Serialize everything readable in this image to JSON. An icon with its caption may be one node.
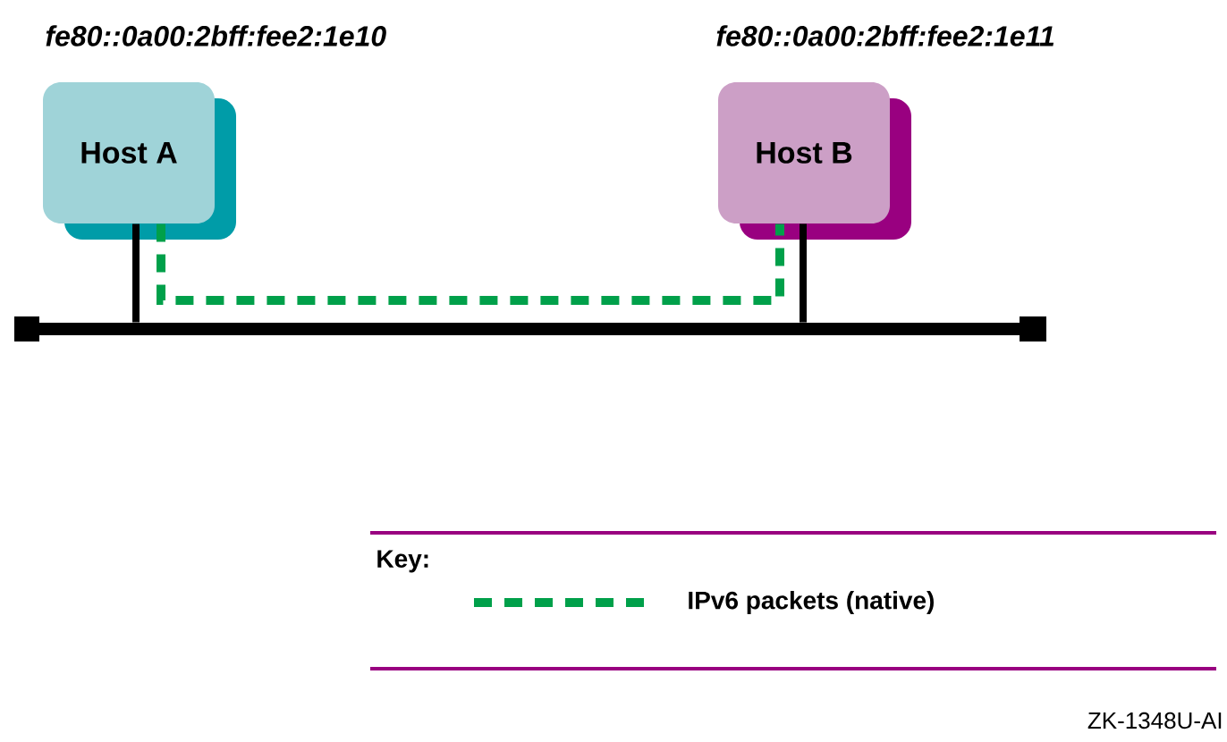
{
  "diagram": {
    "nodes": [
      {
        "text": [
          "Host A"
        ],
        "beside": [
          "fe80::0a00:2bff:fee2:1e10"
        ]
      },
      {
        "text": [
          "Host B"
        ],
        "beside": [
          "fe80::0a00:2bff:fee2:1e11"
        ]
      },
      {
        "text": [],
        "shape": "bar"
      }
    ],
    "edges": [
      {
        "from": 0,
        "to": 2,
        "arrow": "none"
      },
      {
        "from": 1,
        "to": 2,
        "arrow": "none"
      },
      {
        "from": 0,
        "to": 1,
        "arrow": "none",
        "style": "dashed",
        "color": "#00a04a"
      }
    ],
    "labels": [
      "Key:",
      "ZK-1348U-AI"
    ],
    "legend": [
      {
        "text": "IPv6 packets (native)"
      }
    ]
  }
}
